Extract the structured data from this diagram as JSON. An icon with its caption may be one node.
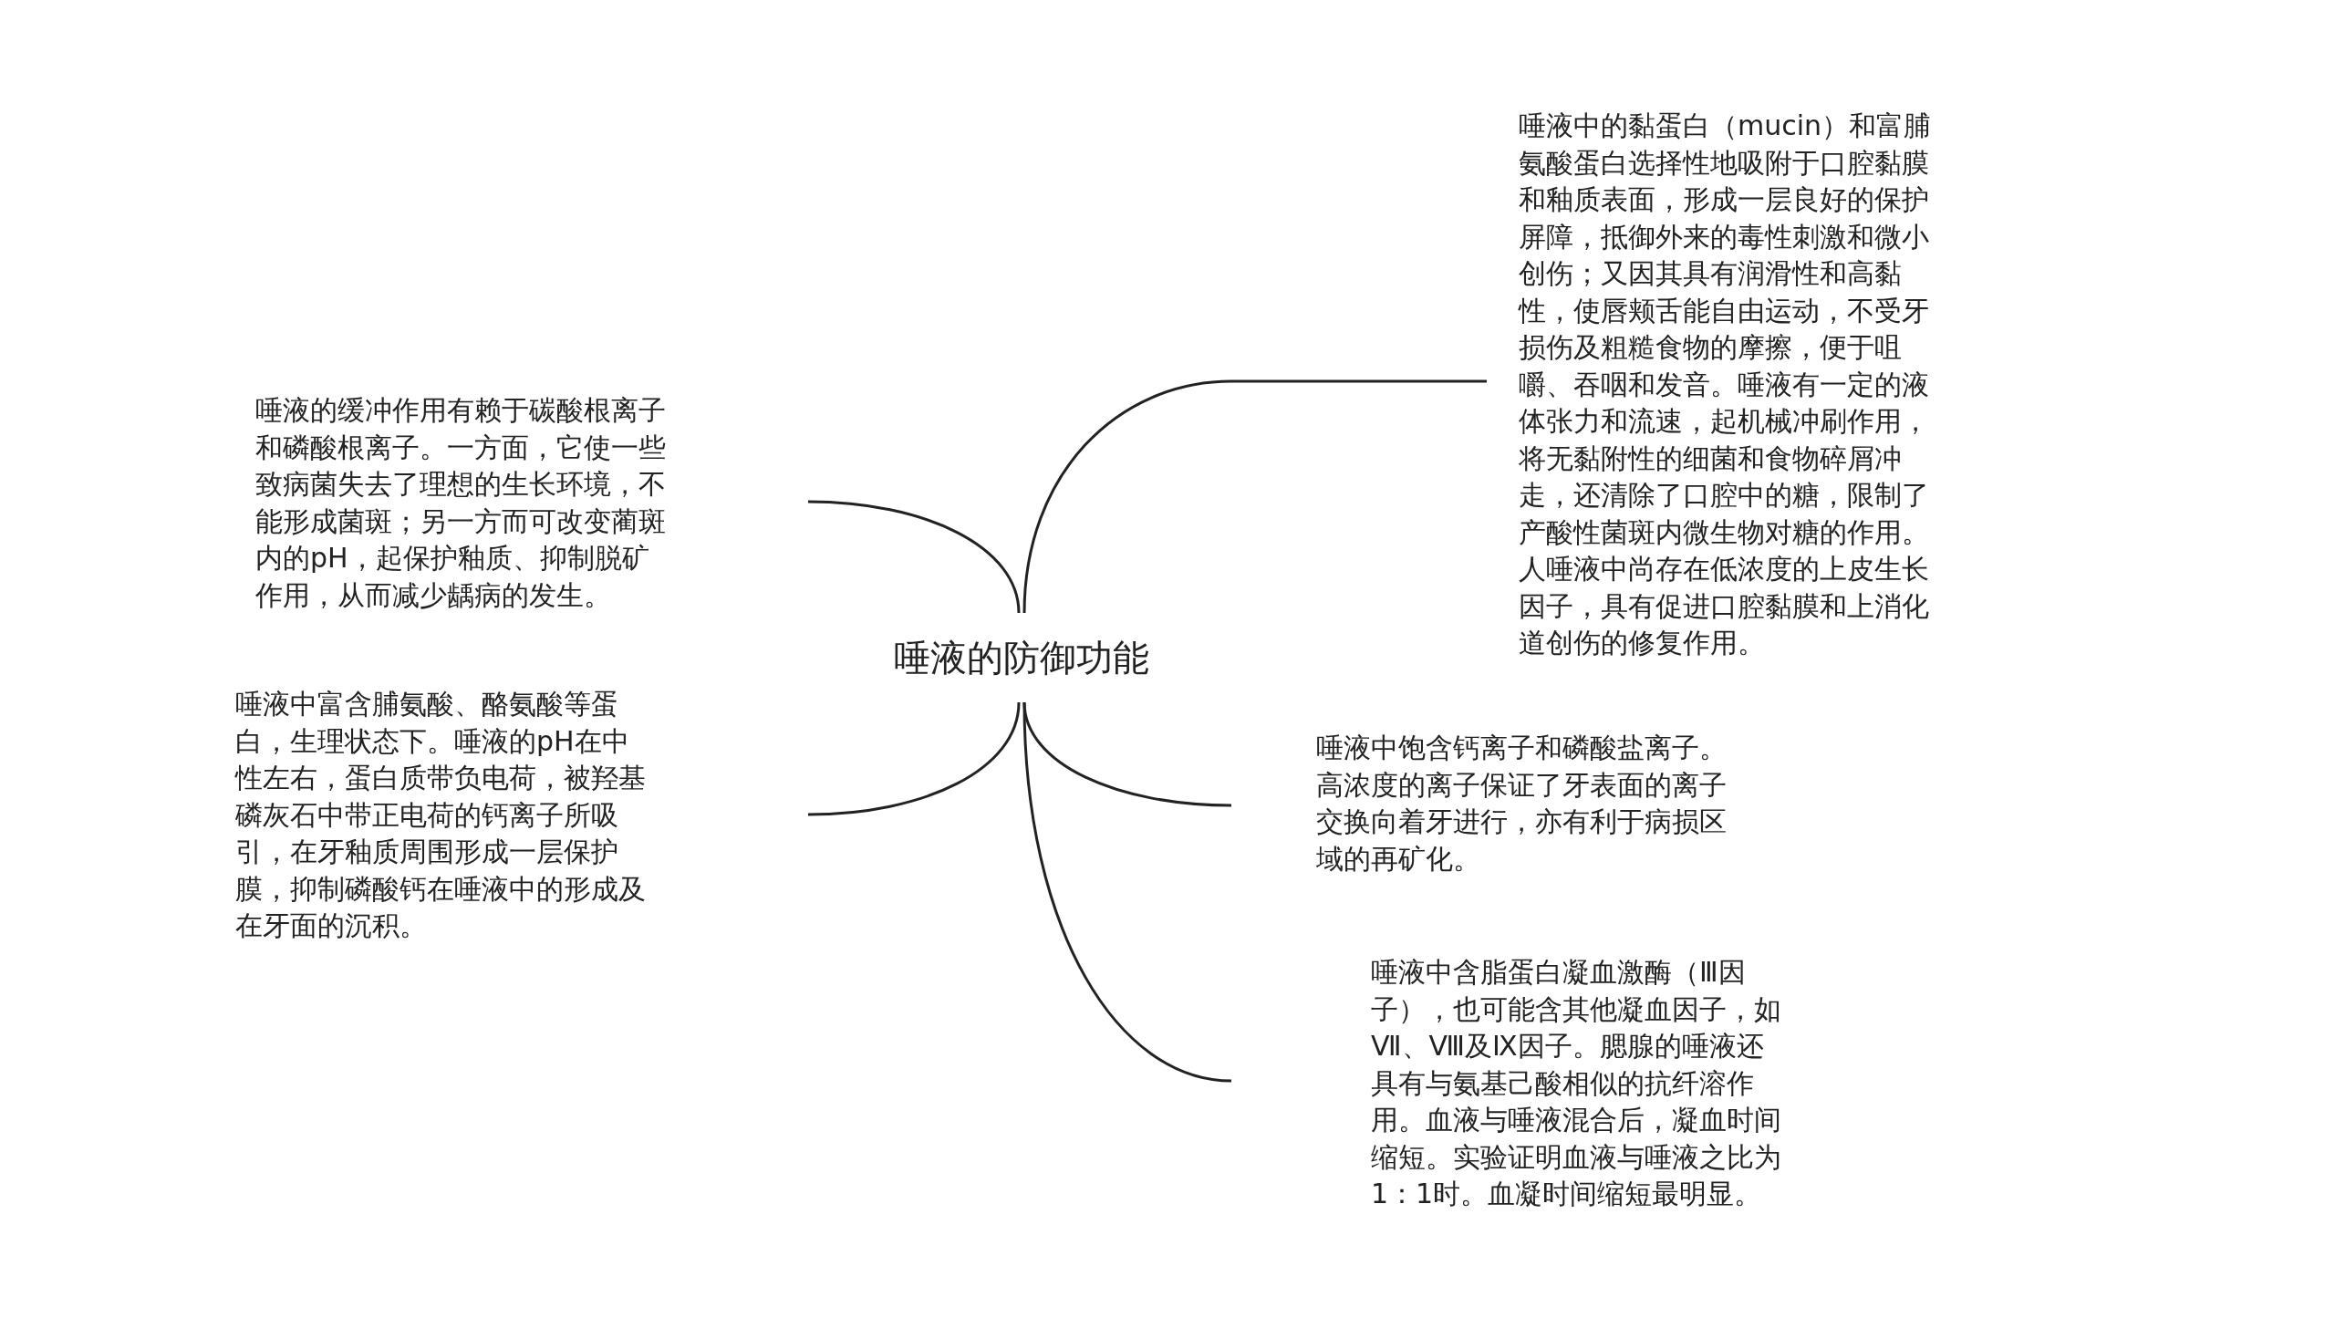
{
  "diagram": {
    "nodes": [
      {
        "text": [
          "唾液的防御功能"
        ]
      },
      {
        "text": [
          "唾液中的黏蛋白（mucin）和富脯氨酸蛋白选择性地吸附于口腔黏膜和釉质表面，形成一层良好的保护屏障，抵御外来的毒性刺激和微小创伤；又因其具有润滑性和高黏性，使唇颊舌能自由运动，不受牙损伤及粗糙食物的摩擦，便于咀嚼、吞咽和发音。唾液有一定的液体张力和流速，起机械冲刷作用，将无黏附性的细菌和食物碎屑冲走，还清除了口腔中的糖，限制了产酸性菌斑内微生物对糖的作用。人唾液中尚存在低浓度的上皮生长因子，具有促进口腔黏膜和上消化道创伤的修复作用。"
        ]
      },
      {
        "text": [
          "唾液的缓冲作用有赖于碳酸根离子和磷酸根离子。一方面，它使一些致病菌失去了理想的生长环境，不能形成菌斑；另一方而可改变蔺斑内的pH，起保护釉质、抑制脱矿作用，从而减少龋病的发生。"
        ]
      },
      {
        "text": [
          "唾液中富含脯氨酸、酪氨酸等蛋白，生理状态下。唾液的pH在中性左右，蛋白质带负电荷，被羟基磷灰石中带正电荷的钙离子所吸引，在牙釉质周围形成一层保护膜，抑制磷酸钙在唾液中的形成及在牙面的沉积。"
        ]
      },
      {
        "text": [
          "唾液中饱含钙离子和磷酸盐离子。高浓度的离子保证了牙表面的离子交换向着牙进行，亦有利于病损区域的再矿化。"
        ]
      },
      {
        "text": [
          "唾液中含脂蛋白凝血激酶（Ⅲ因子），也可能含其他凝血因子，如Ⅶ、Ⅷ及Ⅸ因子。腮腺的唾液还具有与氨基己酸相似的抗纤溶作用。血液与唾液混合后，凝血时间缩短。实验证明血液与唾液之比为1：1时。血凝时间缩短最明显。"
        ]
      }
    ],
    "edges": [
      {
        "from": 0,
        "to": 1,
        "arrow": "none"
      },
      {
        "from": 0,
        "to": 2,
        "arrow": "none"
      },
      {
        "from": 0,
        "to": 3,
        "arrow": "none"
      },
      {
        "from": 0,
        "to": 4,
        "arrow": "none"
      },
      {
        "from": 0,
        "to": 5,
        "arrow": "none"
      }
    ]
  }
}
